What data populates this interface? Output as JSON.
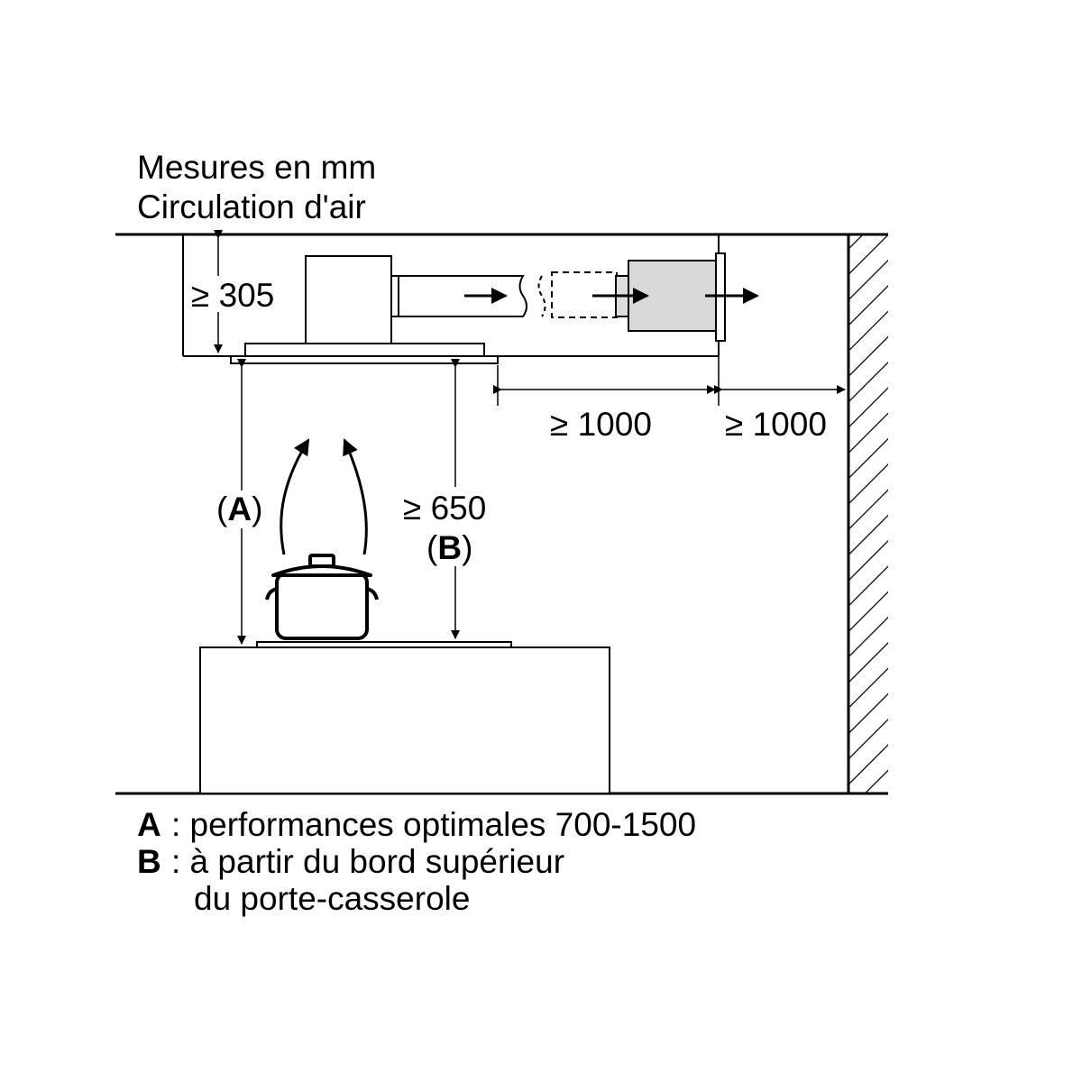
{
  "header": {
    "line1": "Mesures en mm",
    "line2": "Circulation d'air"
  },
  "dimensions": {
    "height_hood": "≥ 305",
    "dist_1": "≥ 1000",
    "dist_2": "≥ 1000",
    "min_650": "≥ 650",
    "label_a_open": "(",
    "label_a": "A",
    "label_a_close": ")",
    "label_b_open": "(",
    "label_b": "B",
    "label_b_close": ")"
  },
  "legend": {
    "a_key": "A",
    "a_text": ": performances optimales 700-1500",
    "b_key": "B",
    "b_text_1": ": à partir du bord supérieur",
    "b_text_2": "du porte-casserole"
  }
}
